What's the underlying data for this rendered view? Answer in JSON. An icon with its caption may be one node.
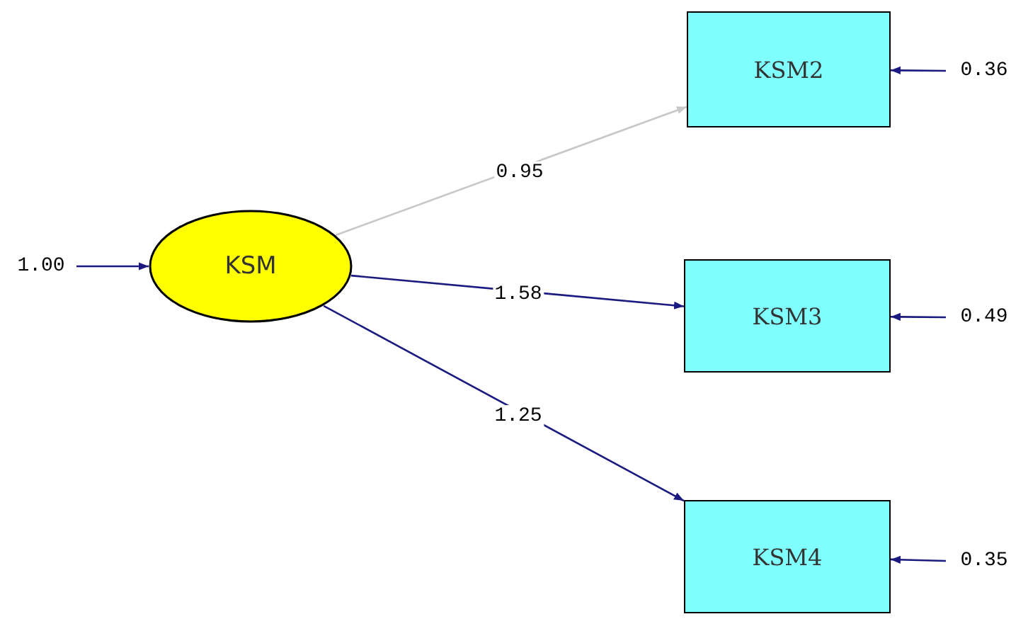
{
  "diagram": {
    "nodes": [
      {
        "text": [
          "KSM"
        ]
      },
      {
        "text": [
          "KSM2"
        ]
      },
      {
        "text": [
          "KSM3"
        ]
      },
      {
        "text": [
          "KSM4"
        ]
      },
      {
        "text": [
          "1.00"
        ]
      },
      {
        "text": [
          "0.36"
        ]
      },
      {
        "text": [
          "0.49"
        ]
      },
      {
        "text": [
          "0.35"
        ]
      }
    ],
    "edges": [
      {
        "from": 0,
        "to": 1,
        "arrow": "to",
        "label": "0.95",
        "color": "#c8c8c8"
      },
      {
        "from": 0,
        "to": 2,
        "arrow": "to",
        "label": "1.58"
      },
      {
        "from": 0,
        "to": 3,
        "arrow": "to",
        "label": "1.25"
      },
      {
        "from": 4,
        "to": 0,
        "arrow": "to"
      },
      {
        "from": 5,
        "to": 1,
        "arrow": "to"
      },
      {
        "from": 6,
        "to": 2,
        "arrow": "to"
      },
      {
        "from": 7,
        "to": 3,
        "arrow": "to"
      }
    ]
  }
}
